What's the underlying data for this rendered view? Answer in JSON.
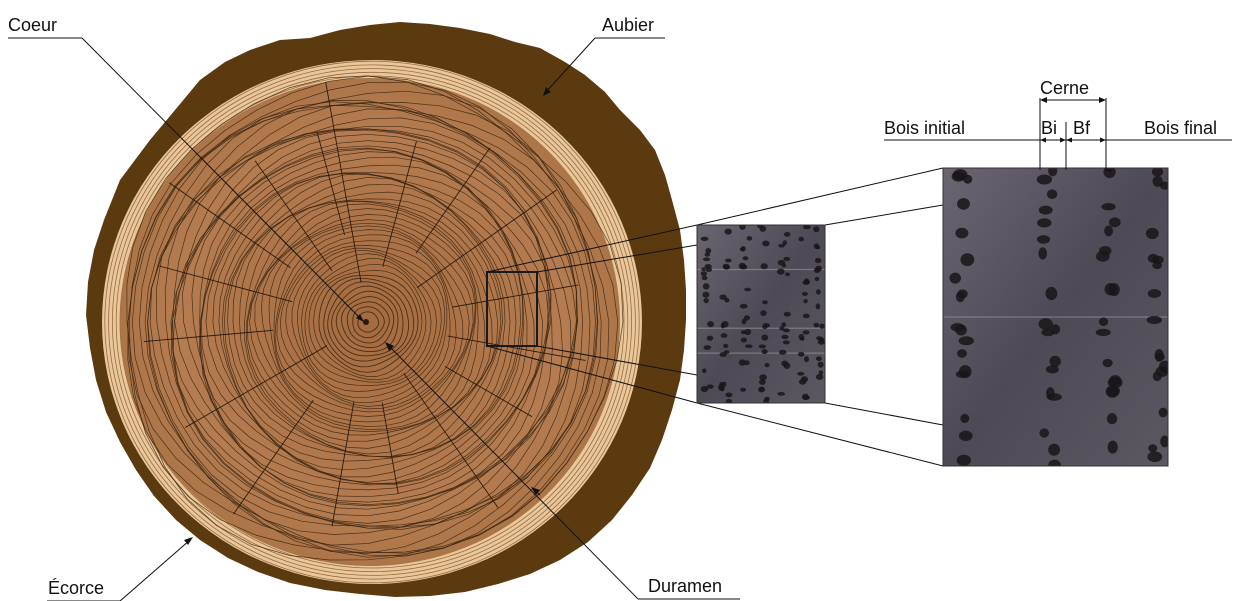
{
  "labels": {
    "coeur": "Coeur",
    "aubier": "Aubier",
    "ecorce": "Écorce",
    "duramen": "Duramen",
    "cerne": "Cerne",
    "bois_initial": "Bois initial",
    "bi": "Bi",
    "bf": "Bf",
    "bois_final": "Bois final"
  },
  "colors": {
    "bark": "#5c3a10",
    "sapwood": "#e9c79c",
    "heartwood": "#b07a4e",
    "ring_line": "#3a2412",
    "micro_bg": "#5a5560",
    "pore": "#1a1518"
  }
}
